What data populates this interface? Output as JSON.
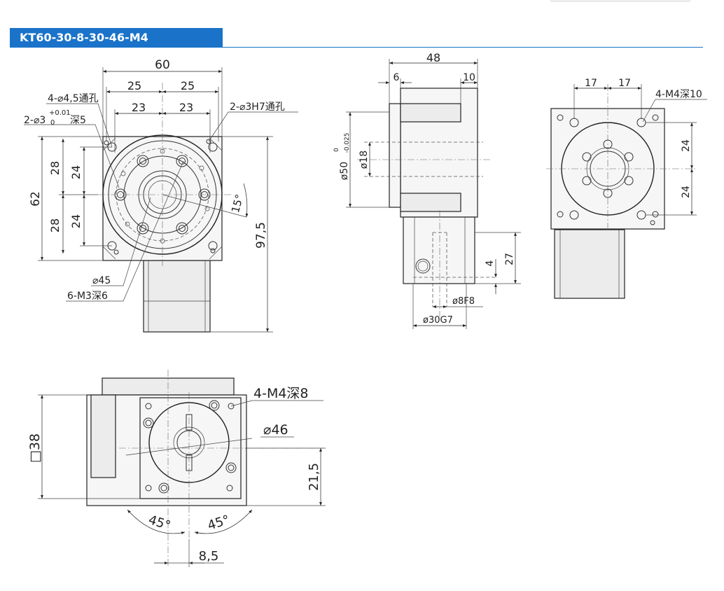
{
  "title": "KT60-30-8-30-46-M4",
  "front_view": {
    "dims": {
      "width_total": "60",
      "half_left": "25",
      "half_right": "25",
      "inner_left": "23",
      "inner_right": "23",
      "height_total": "62",
      "left_upper": "28",
      "left_lower": "28",
      "inner_upper": "24",
      "inner_lower": "24",
      "length_total": "97,5",
      "angle": "15°"
    },
    "notes": {
      "through_holes": "4-⌀4,5通孔",
      "pin_hole_prefix": "2-⌀3",
      "pin_hole_tol_upper": "+0.01",
      "pin_hole_tol_lower": "0",
      "pin_hole_depth": "深5",
      "h7_holes": "2-⌀3H7通孔",
      "pcd": "⌀45",
      "tapped": "6-M3深6"
    }
  },
  "side_view": {
    "dims": {
      "length": "48",
      "left_step": "6",
      "right_step": "10",
      "bore": "ø18",
      "spigot_prefix": "ø50",
      "spigot_tol_upper": "0",
      "spigot_tol_lower": "-0.025",
      "shaft_len": "27",
      "key": "4",
      "shaft_bore": "ø8F8",
      "shaft_spigot": "ø30G7"
    }
  },
  "right_view": {
    "dims": {
      "left_17": "17",
      "right_17": "17",
      "upper_24": "24",
      "lower_24": "24"
    },
    "notes": {
      "tapped": "4-M4深10"
    }
  },
  "bottom_view": {
    "dims": {
      "square": "□38",
      "offset": "21,5",
      "shift": "8,5",
      "angle_left": "45°",
      "angle_right": "45°"
    },
    "notes": {
      "tapped": "4-M4深8",
      "pcd": "⌀46"
    }
  }
}
